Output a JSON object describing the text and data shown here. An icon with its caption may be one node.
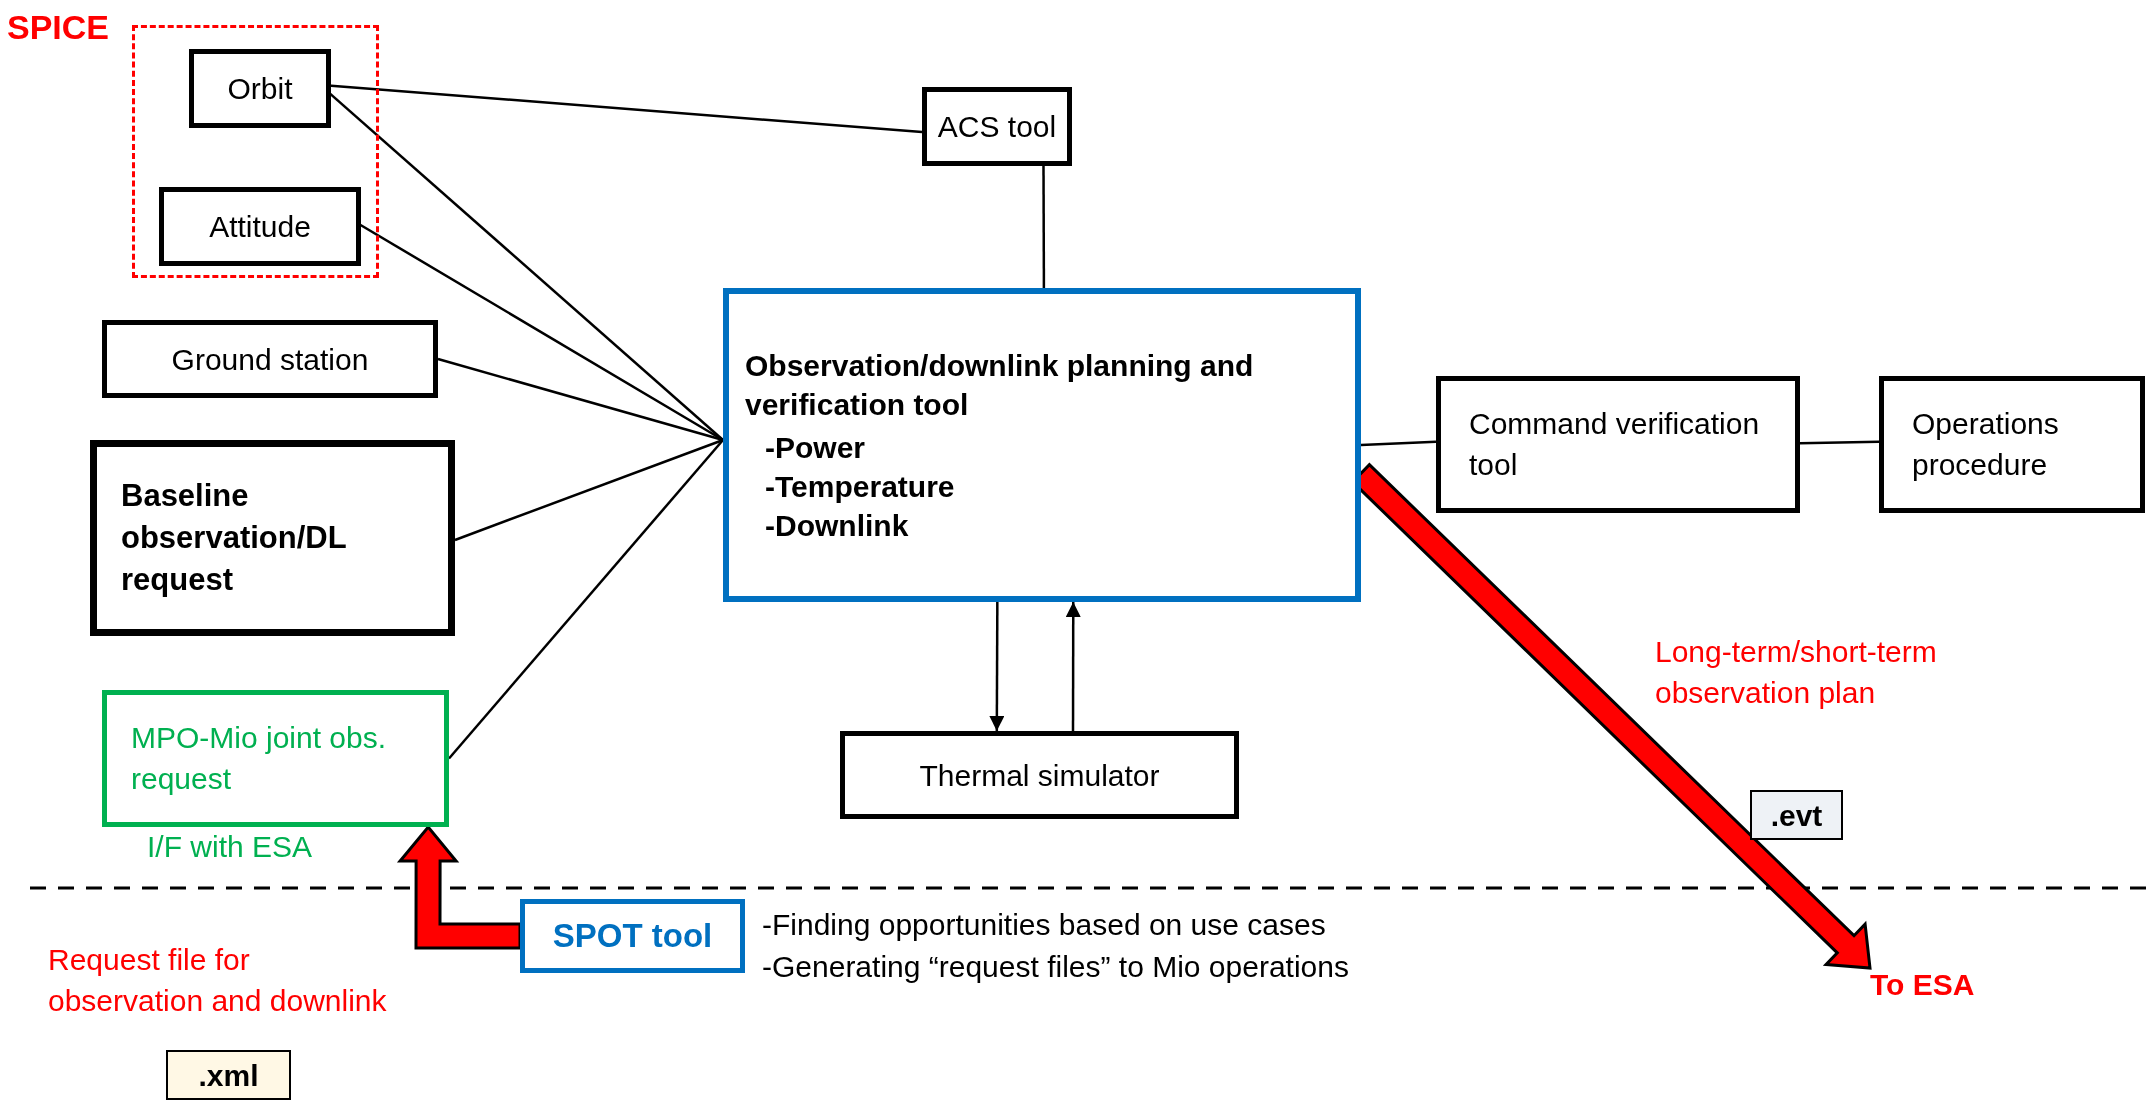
{
  "diagram": {
    "nodes": [
      {
        "text": [
          "SPICE"
        ]
      },
      {
        "text": [
          "Orbit"
        ],
        "in": 0
      },
      {
        "text": [
          "Attitude"
        ],
        "in": 0
      },
      {
        "text": [
          "Ground station"
        ]
      },
      {
        "text": [
          "Baseline observation/DL request"
        ]
      },
      {
        "text": [
          "MPO-Mio joint obs. request"
        ],
        "beside": [
          "I/F with ESA"
        ]
      },
      {
        "text": [
          "ACS tool"
        ]
      },
      {
        "text": [
          "Observation/downlink planning and verification tool",
          "-Power",
          "-Temperature",
          "-Downlink"
        ]
      },
      {
        "text": [
          "Thermal simulator"
        ]
      },
      {
        "text": [
          "Command verification tool"
        ]
      },
      {
        "text": [
          "Operations procedure"
        ]
      },
      {
        "text": [
          "SPOT tool"
        ]
      },
      {
        "text": [
          "To ESA"
        ]
      },
      {
        "text": [
          ".xml"
        ]
      },
      {
        "text": [
          ".evt"
        ]
      }
    ],
    "edges": [
      {
        "from": 1,
        "to": 6,
        "arrow": "none"
      },
      {
        "from": 1,
        "to": 7,
        "arrow": "none"
      },
      {
        "from": 2,
        "to": 7,
        "arrow": "none"
      },
      {
        "from": 3,
        "to": 7,
        "arrow": "none"
      },
      {
        "from": 4,
        "to": 7,
        "arrow": "none"
      },
      {
        "from": 5,
        "to": 7,
        "arrow": "none"
      },
      {
        "from": 6,
        "to": 7,
        "arrow": "none"
      },
      {
        "from": 7,
        "to": 8,
        "arrow": "to"
      },
      {
        "from": 8,
        "to": 7,
        "arrow": "to"
      },
      {
        "from": 7,
        "to": 9,
        "arrow": "none"
      },
      {
        "from": 9,
        "to": 10,
        "arrow": "none"
      },
      {
        "from": 7,
        "to": 12,
        "arrow": "to",
        "style": "thick",
        "color": "#ff0000"
      },
      {
        "from": 11,
        "to": 5,
        "arrow": "to",
        "style": "thick",
        "color": "#ff0000"
      }
    ],
    "labels": [
      "Long-term/short-term observation plan",
      "Request file for observation and downlink",
      "-Finding opportunities based on use cases",
      "-Generating “request files” to Mio operations"
    ]
  }
}
